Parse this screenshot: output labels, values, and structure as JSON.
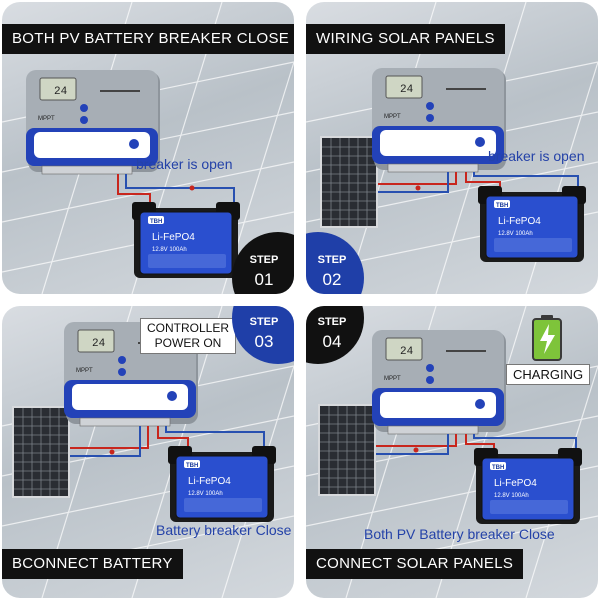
{
  "panels": [
    {
      "step_label": "STEP",
      "step_number": "01",
      "title": "BOTH PV BATTERY BREAKER CLOSE",
      "note": "breaker is open"
    },
    {
      "step_label": "STEP",
      "step_number": "02",
      "title": "WIRING SOLAR PANELS",
      "note": "breaker is open"
    },
    {
      "step_label": "STEP",
      "step_number": "03",
      "title": "BCONNECT BATTERY",
      "note": "Battery breaker Close",
      "callout_line1": "CONTROLLER",
      "callout_line2": "POWER ON"
    },
    {
      "step_label": "STEP",
      "step_number": "04",
      "title": "CONNECT SOLAR PANELS",
      "note": "Both PV Battery breaker Close",
      "callout": "CHARGING"
    }
  ],
  "device": {
    "brand": "MPPT",
    "display": "24"
  },
  "battery": {
    "brand": "TBH",
    "chem": "Li-FePO4",
    "spec": "12.8V 100Ah"
  },
  "colors": {
    "accent_blue": "#1f3fa8",
    "badge_black": "#111111",
    "wire_red": "#c8261d",
    "wire_blue": "#2850b0"
  }
}
